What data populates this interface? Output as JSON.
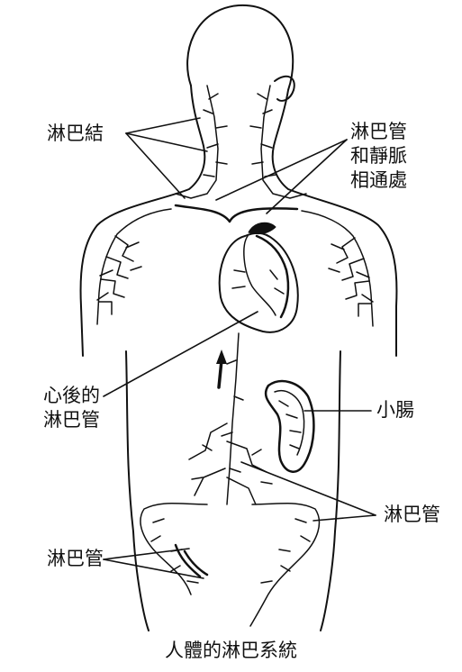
{
  "diagram": {
    "caption": "人體的淋巴系統",
    "labels": {
      "lymph_nodes": "淋巴結",
      "junction_line1": "淋巴管",
      "junction_line2": "和靜脈",
      "junction_line3": "相通處",
      "behind_heart_line1": "心後的",
      "behind_heart_line2": "淋巴管",
      "small_intestine": "小腸",
      "lymph_vessel_right": "淋巴管",
      "lymph_vessel_left": "淋巴管"
    },
    "colors": {
      "ink": "#111111",
      "background": "#ffffff"
    }
  }
}
